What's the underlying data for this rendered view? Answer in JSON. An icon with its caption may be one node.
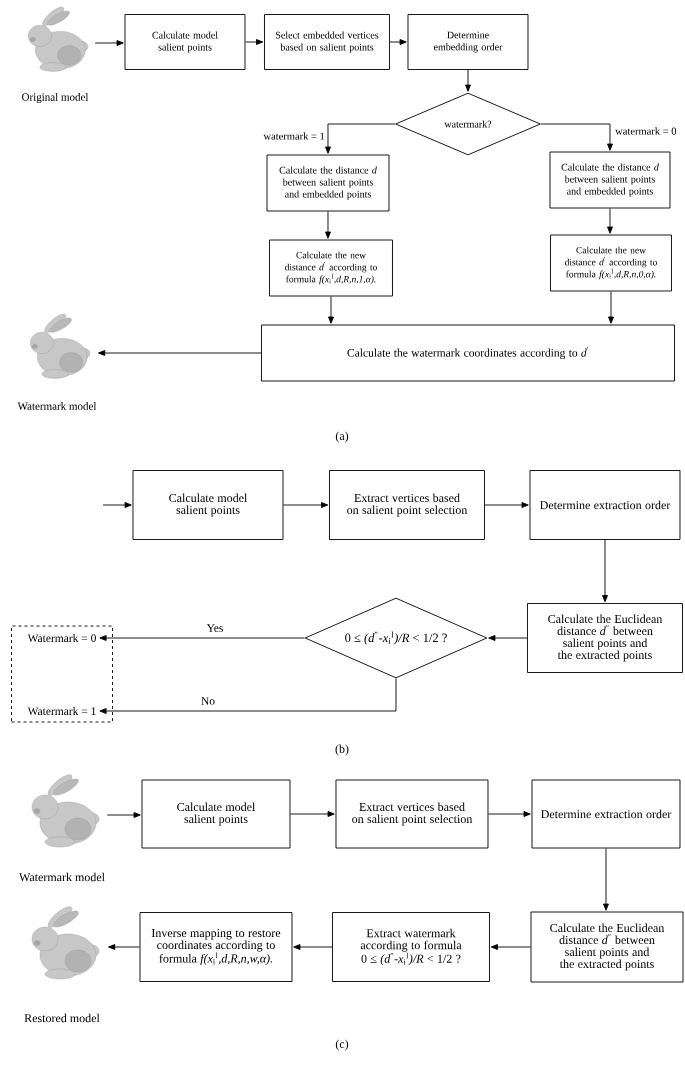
{
  "diagram": {
    "nodes": [
      {
        "text": [],
        "shape": "picture",
        "beside": [
          "Original model"
        ]
      },
      {
        "text": [
          "Calculate model salient points"
        ]
      },
      {
        "text": [
          "Select embedded vertices based on salient points"
        ]
      },
      {
        "text": [
          "Determine embedding order"
        ]
      },
      {
        "text": [
          "watermark?"
        ]
      },
      {
        "text": [
          "Calculate the distance *d* between salient points and embedded points"
        ]
      },
      {
        "text": [
          "Calculate the distance *d* between salient points and embedded points"
        ]
      },
      {
        "text": [
          "Calculate the new distance *d*$^{′}$ according to formula *f(x*$_{i}$$^{l}$*,d,R,n,1,α).*"
        ]
      },
      {
        "text": [
          "Calculate the new distance *d*$^{′}$ according to formula *f(x*$_{i}$$^{l}$*,d,R,n,0,α).*"
        ]
      },
      {
        "text": [
          "Calculate the watermark coordinates according to *d*$^{′}$"
        ]
      },
      {
        "text": [],
        "shape": "picture",
        "beside": [
          "Watermark  model"
        ]
      },
      {
        "text": [
          "Calculate model salient points"
        ]
      },
      {
        "text": [
          "Extract vertices based on salient point selection"
        ]
      },
      {
        "text": [
          "Determine extraction order"
        ]
      },
      {
        "text": [
          "Calculate the Euclidean distance *d*$^{″}$ between salient points and the extracted points"
        ]
      },
      {
        "text": [
          "0 ≤ *(d*$^{″}$*-x*$_{i}$$^{l}$*)/R* < 1/2 ?"
        ]
      },
      {
        "text": [],
        "shape": "box"
      },
      {
        "text": [
          "Watermark = 0"
        ],
        "in": 16
      },
      {
        "text": [
          "Watermark = 1"
        ],
        "in": 16
      },
      {
        "text": [],
        "shape": "picture",
        "beside": [
          "Watermark  model"
        ]
      },
      {
        "text": [
          "Calculate model salient points"
        ]
      },
      {
        "text": [
          "Extract vertices based on salient point selection"
        ]
      },
      {
        "text": [
          "Determine extraction order"
        ]
      },
      {
        "text": [
          "Calculate the Euclidean distance *d*$^{″}$ between salient points and the extracted points"
        ]
      },
      {
        "text": [
          "Extract watermark according to formula 0 ≤ *(d*$^{″}$*-x*$_{i}$$^{l}$*)/R* < 1/2 ?"
        ]
      },
      {
        "text": [
          "Inverse mapping to restore coordinates according to formula *f(x*$_{i}$$^{l}$*,d,R,n,w,α).*"
        ]
      },
      {
        "text": [],
        "shape": "picture",
        "beside": [
          "Restored  model"
        ]
      }
    ],
    "edges": [
      {
        "from": 0,
        "to": 1,
        "arrow": "to"
      },
      {
        "from": 1,
        "to": 2,
        "arrow": "to"
      },
      {
        "from": 2,
        "to": 3,
        "arrow": "to"
      },
      {
        "from": 3,
        "to": 4,
        "arrow": "to"
      },
      {
        "from": 4,
        "to": 5,
        "arrow": "to",
        "label": "watermark = 1"
      },
      {
        "from": 4,
        "to": 6,
        "arrow": "to",
        "label": "watermark = 0"
      },
      {
        "from": 5,
        "to": 7,
        "arrow": "to"
      },
      {
        "from": 6,
        "to": 8,
        "arrow": "to"
      },
      {
        "from": 7,
        "to": 9,
        "arrow": "to"
      },
      {
        "from": 8,
        "to": 9,
        "arrow": "to"
      },
      {
        "from": 9,
        "to": 10,
        "arrow": "to"
      },
      {
        "from": null,
        "to": 11,
        "arrow": "to"
      },
      {
        "from": 11,
        "to": 12,
        "arrow": "to"
      },
      {
        "from": 12,
        "to": 13,
        "arrow": "to"
      },
      {
        "from": 13,
        "to": 14,
        "arrow": "to"
      },
      {
        "from": 14,
        "to": 15,
        "arrow": "to"
      },
      {
        "from": 15,
        "to": 17,
        "arrow": "to",
        "label": "Yes"
      },
      {
        "from": 15,
        "to": 18,
        "arrow": "to",
        "label": "No"
      },
      {
        "from": 19,
        "to": 20,
        "arrow": "to"
      },
      {
        "from": 20,
        "to": 21,
        "arrow": "to"
      },
      {
        "from": 21,
        "to": 22,
        "arrow": "to"
      },
      {
        "from": 22,
        "to": 23,
        "arrow": "to"
      },
      {
        "from": 23,
        "to": 24,
        "arrow": "to"
      },
      {
        "from": 24,
        "to": 25,
        "arrow": "to"
      },
      {
        "from": 25,
        "to": 26,
        "arrow": "to"
      }
    ],
    "labels": [
      "(a)",
      "(b)",
      "(c)"
    ]
  }
}
